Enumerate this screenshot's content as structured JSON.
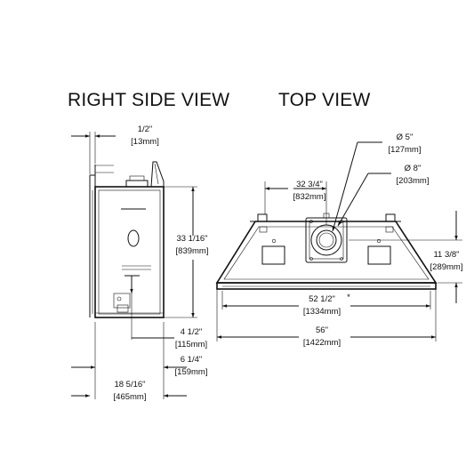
{
  "views": {
    "right_side_title": "RIGHT SIDE VIEW",
    "top_title": "TOP VIEW"
  },
  "dimensions": {
    "top_offset": {
      "imperial": "1/2\"",
      "metric": "[13mm]"
    },
    "height": {
      "imperial": "33 1/16\"",
      "metric": "[839mm]"
    },
    "bottom_offset": {
      "imperial": "4 1/2\"",
      "metric": "[115mm]"
    },
    "bottom_depth": {
      "imperial": "6 1/4\"",
      "metric": "[159mm]"
    },
    "side_depth": {
      "imperial": "18 5/16\"",
      "metric": "[465mm]"
    },
    "vent_offset": {
      "imperial": "32 3/4\"",
      "metric": "[832mm]"
    },
    "inner_diameter": {
      "imperial": "Ø 5\"",
      "metric": "[127mm]"
    },
    "outer_diameter": {
      "imperial": "Ø 8\"",
      "metric": "[203mm]"
    },
    "top_depth": {
      "imperial": "11 3/8\"",
      "metric": "[289mm]"
    },
    "front_width": {
      "imperial": "52 1/2\"",
      "metric": "[1334mm]",
      "mark": "*"
    },
    "overall_width": {
      "imperial": "56\"",
      "metric": "[1422mm]"
    }
  }
}
